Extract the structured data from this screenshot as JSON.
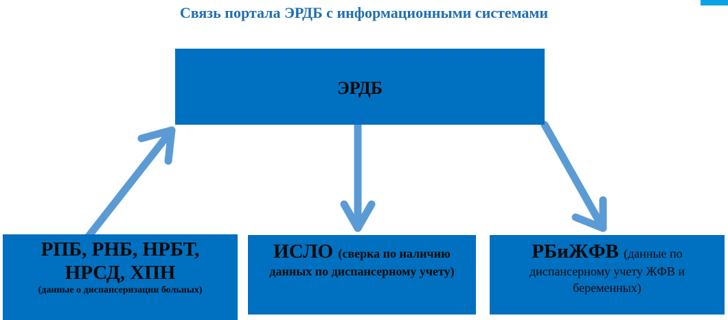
{
  "title": "Связь портала ЭРДБ с информационными системами",
  "boxes": {
    "erdb": {
      "label": "ЭРДБ"
    },
    "rpb": {
      "line1": "РПБ, РНБ, НРБТ,",
      "line2": "НРСД, ХПН",
      "desc": "(данные о диспансеризации больных)"
    },
    "islo": {
      "name": "ИСЛО",
      "desc": "(сверка по наличию данных по диспансерному учету)"
    },
    "rbi": {
      "name": "РБиЖФВ",
      "desc": "(данные по диспансерному учету ЖФВ и беременных)"
    }
  },
  "colors": {
    "box": "#0070c0",
    "arrow": "#5b9bd5",
    "title": "#1f6fb2",
    "accent_corner": "#0aa3e6"
  },
  "connections": [
    {
      "from": "rpb",
      "to": "erdb",
      "icon": "arrow-up-right-icon"
    },
    {
      "from": "erdb",
      "to": "islo",
      "icon": "arrow-down-icon"
    },
    {
      "from": "erdb",
      "to": "rbi",
      "icon": "arrow-down-right-icon"
    }
  ]
}
